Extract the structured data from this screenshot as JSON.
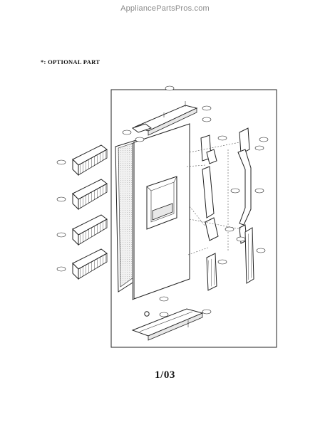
{
  "watermark": "AppliancePartsPros.com",
  "legend": {
    "optional_note": "*: OPTIONAL PART"
  },
  "footer": {
    "page_number": "1/03"
  }
}
